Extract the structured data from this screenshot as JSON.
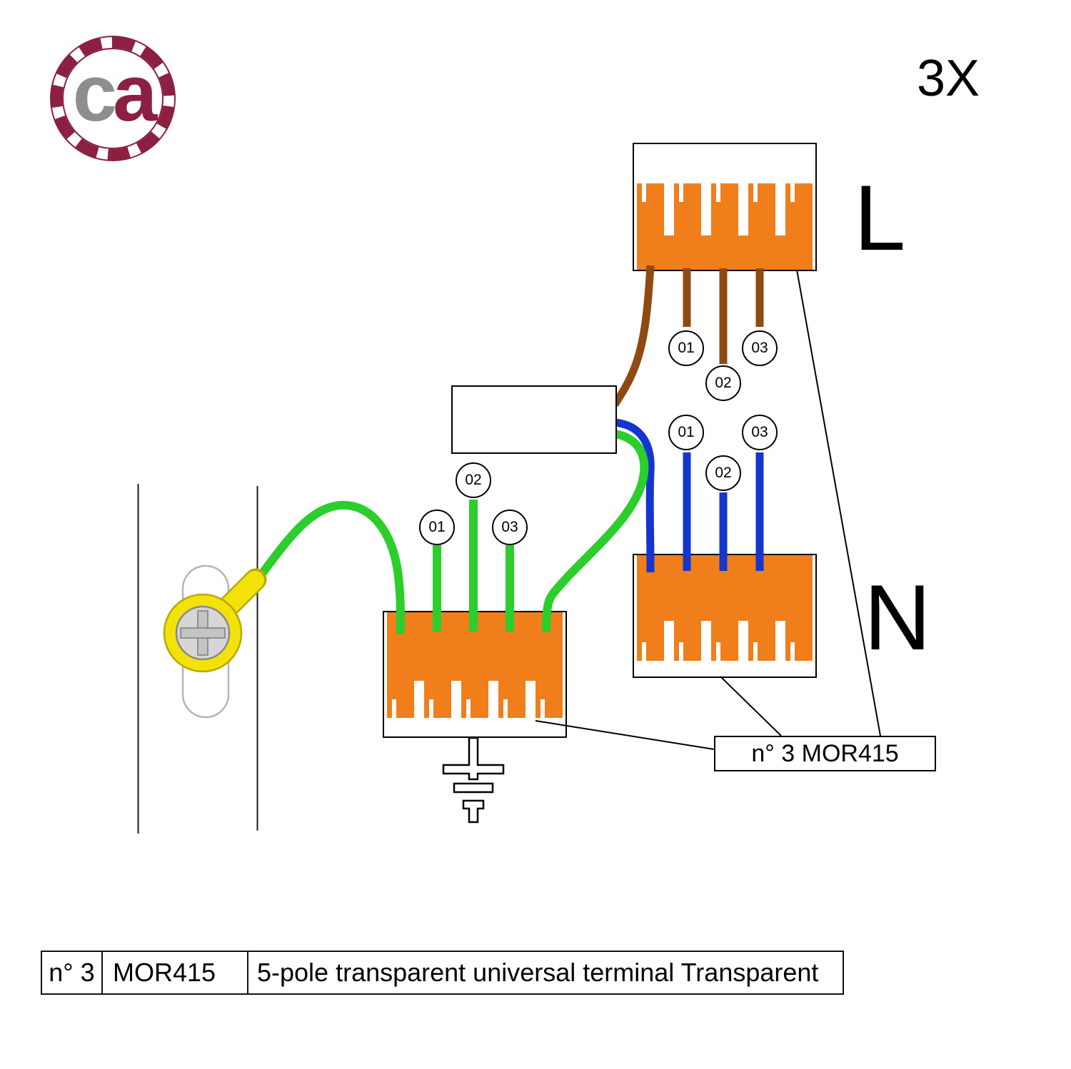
{
  "logo": {
    "c": "c",
    "a": "a"
  },
  "header": {
    "quantity": "3X"
  },
  "labels": {
    "line": "L",
    "neutral": "N"
  },
  "callout": {
    "text": "n° 3 MOR415"
  },
  "wire_labels": {
    "line": [
      "01",
      "02",
      "03"
    ],
    "neutral": [
      "01",
      "02",
      "03"
    ],
    "earth": [
      "01",
      "02",
      "03"
    ]
  },
  "table": {
    "qty": "n° 3",
    "code": "MOR415",
    "description": "5-pole transparent universal terminal Transparent"
  },
  "colors": {
    "orange": "#F07E1A",
    "brown": "#8F4A12",
    "blue": "#1436CE",
    "green": "#2BCE2B",
    "yellow": "#F2E20A",
    "yellow_dark": "#BBA800",
    "rope": "#8B2040",
    "logo_gray": "#8E8E8E"
  }
}
